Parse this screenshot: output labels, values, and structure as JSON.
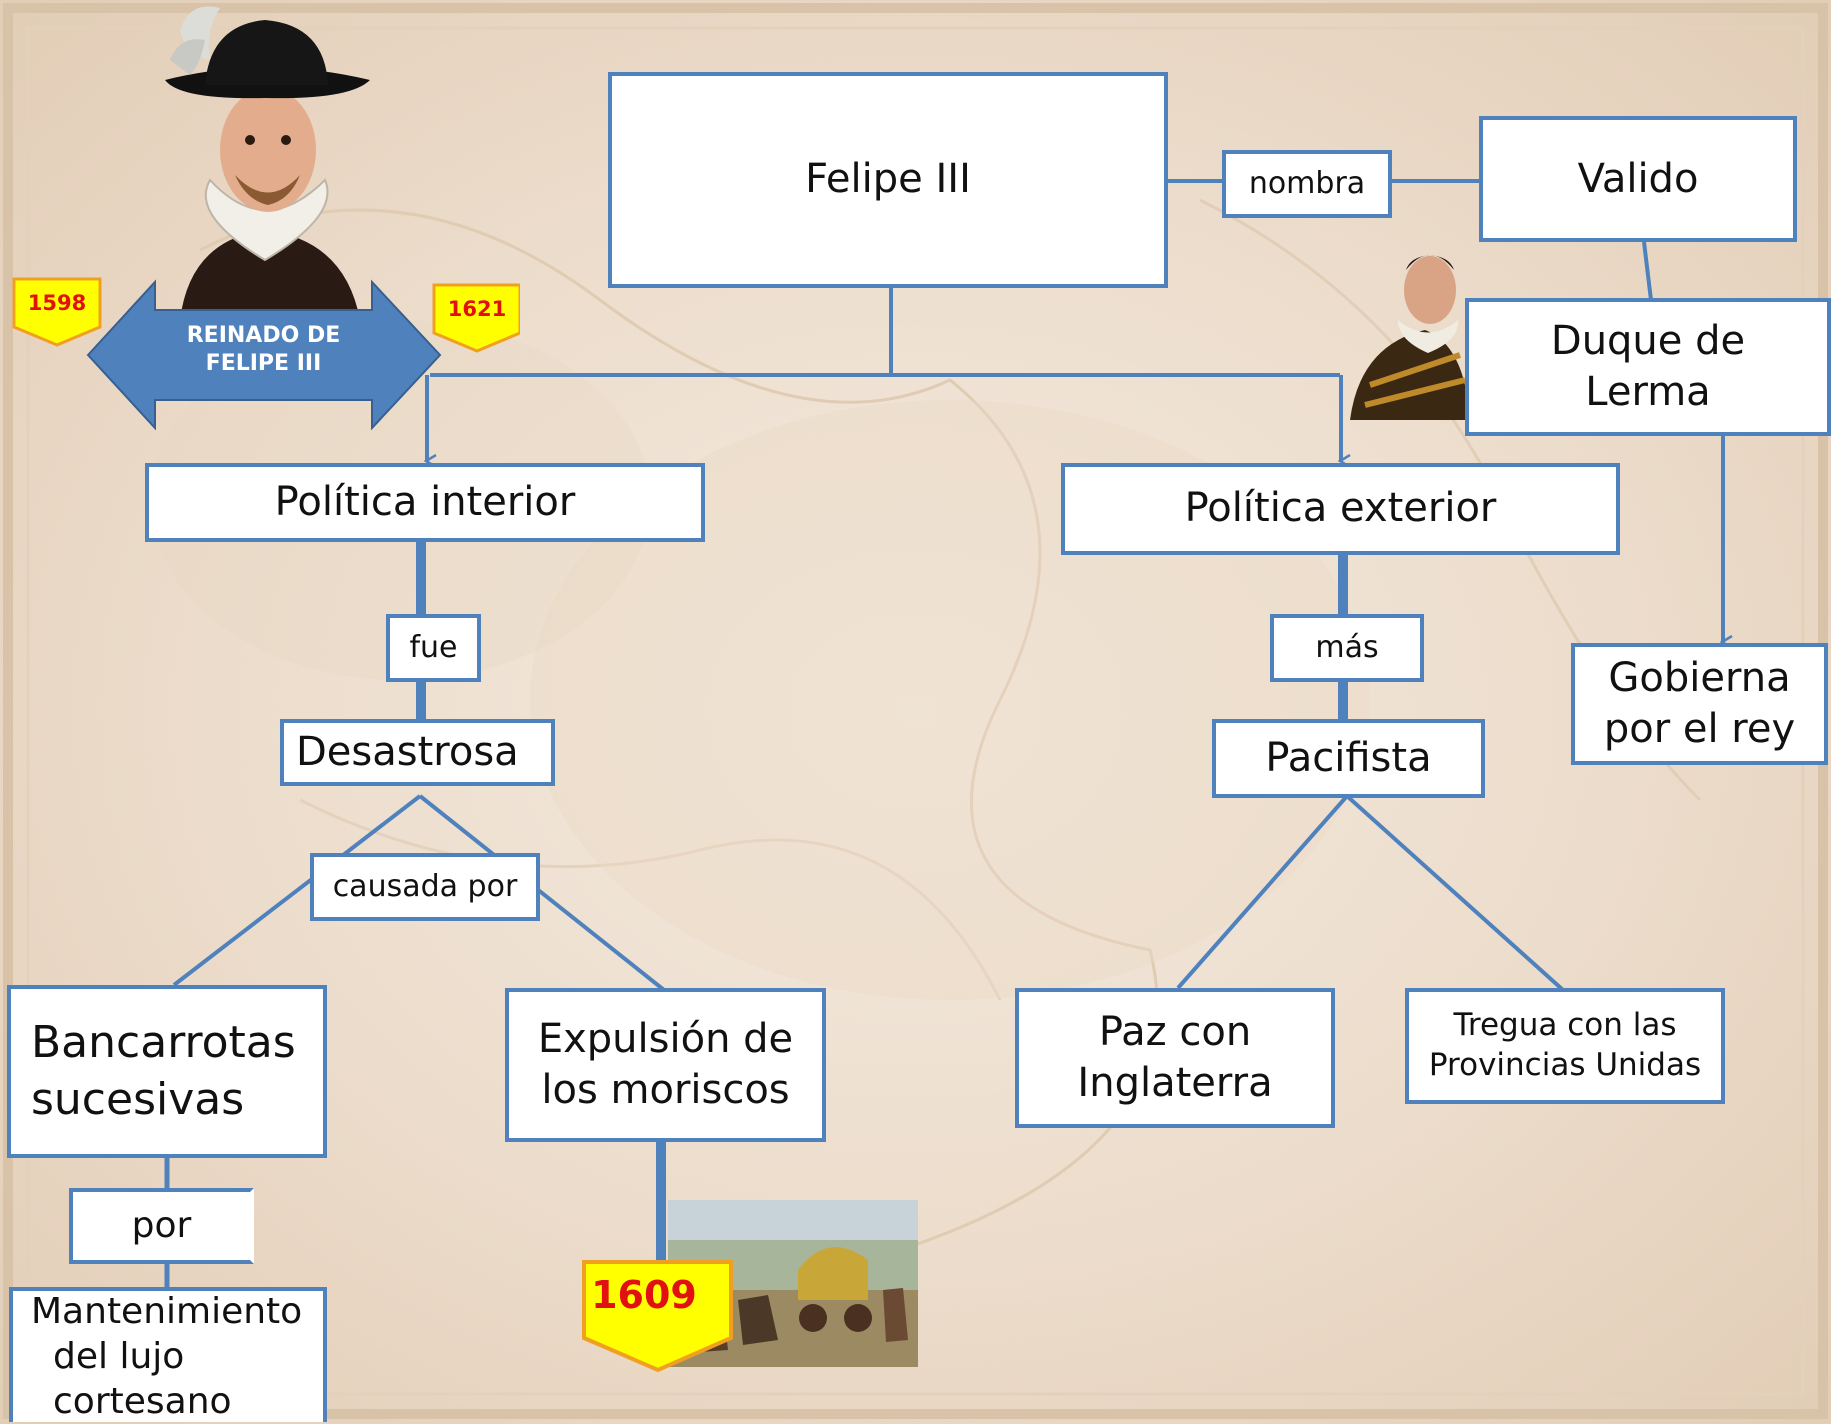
{
  "timeline": {
    "start_year": "1598",
    "end_year": "1621",
    "title_line1": "REINADO DE",
    "title_line2": "FELIPE III"
  },
  "nodes": {
    "felipe": "Felipe III",
    "nombra": "nombra",
    "valido": "Valido",
    "duque_line1": "Duque de",
    "duque_line2": "Lerma",
    "gobierna_line1": "Gobierna",
    "gobierna_line2": "por el rey",
    "pol_interior": "Política interior",
    "pol_exterior": "Política exterior",
    "fue": "fue",
    "mas": "más",
    "desastrosa": "Desastrosa",
    "pacifista": "Pacifista",
    "causada_por": "causada por",
    "bancarrotas_line1": "Bancarrotas",
    "bancarrotas_line2": "sucesivas",
    "expulsion_line1": "Expulsión de",
    "expulsion_line2": "los moriscos",
    "paz_line1": "Paz con",
    "paz_line2": "Inglaterra",
    "tregua_line1": "Tregua con las",
    "tregua_line2": "Provincias Unidas",
    "por": "por",
    "mant_line1": "Mantenimiento",
    "mant_line2": "del lujo",
    "mant_line3": "cortesano",
    "year_1609": "1609"
  },
  "colors": {
    "box_border": "#4f81bd",
    "arrow_fill": "#4f81bd",
    "badge_fill": "#ffff00",
    "badge_border": "#f0a020",
    "badge_text": "#e11111"
  }
}
